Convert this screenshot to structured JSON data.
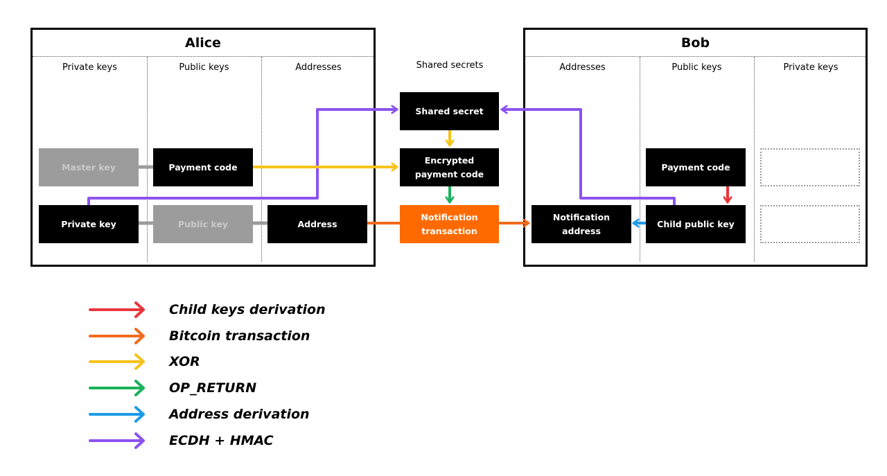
{
  "alice": {
    "title": "Alice",
    "columns": [
      "Private keys",
      "Public keys",
      "Addresses"
    ],
    "boxes": {
      "master_key": "Master key",
      "payment_code": "Payment code",
      "private_key": "Private key",
      "public_key": "Public key",
      "address": "Address"
    }
  },
  "shared": {
    "header": "Shared secrets",
    "shared_secret": "Shared secret",
    "encrypted_line1": "Encrypted",
    "encrypted_line2": "payment code",
    "notification_line1": "Notification",
    "notification_line2": "transaction"
  },
  "bob": {
    "title": "Bob",
    "columns": [
      "Addresses",
      "Public keys",
      "Private keys"
    ],
    "boxes": {
      "notification_address_line1": "Notification",
      "notification_address_line2": "address",
      "payment_code": "Payment code",
      "child_public_key": "Child public key"
    }
  },
  "legend": [
    {
      "label": "Child keys derivation",
      "color": "#e8353b"
    },
    {
      "label": "Bitcoin transaction",
      "color": "#f26b1d"
    },
    {
      "label": "XOR",
      "color": "#f7c21b"
    },
    {
      "label": "OP_RETURN",
      "color": "#19b25b"
    },
    {
      "label": "Address derivation",
      "color": "#1e9be8"
    },
    {
      "label": "ECDH + HMAC",
      "color": "#8c52f0"
    }
  ],
  "colors": {
    "child_keys_derivation": "#e8353b",
    "bitcoin_transaction": "#f26b1d",
    "xor": "#f7c21b",
    "op_return": "#19b25b",
    "address_derivation": "#1e9be8",
    "ecdh_hmac": "#8c52f0",
    "notification_box": "#ff6a00",
    "grey_box": "#9c9c9c"
  }
}
